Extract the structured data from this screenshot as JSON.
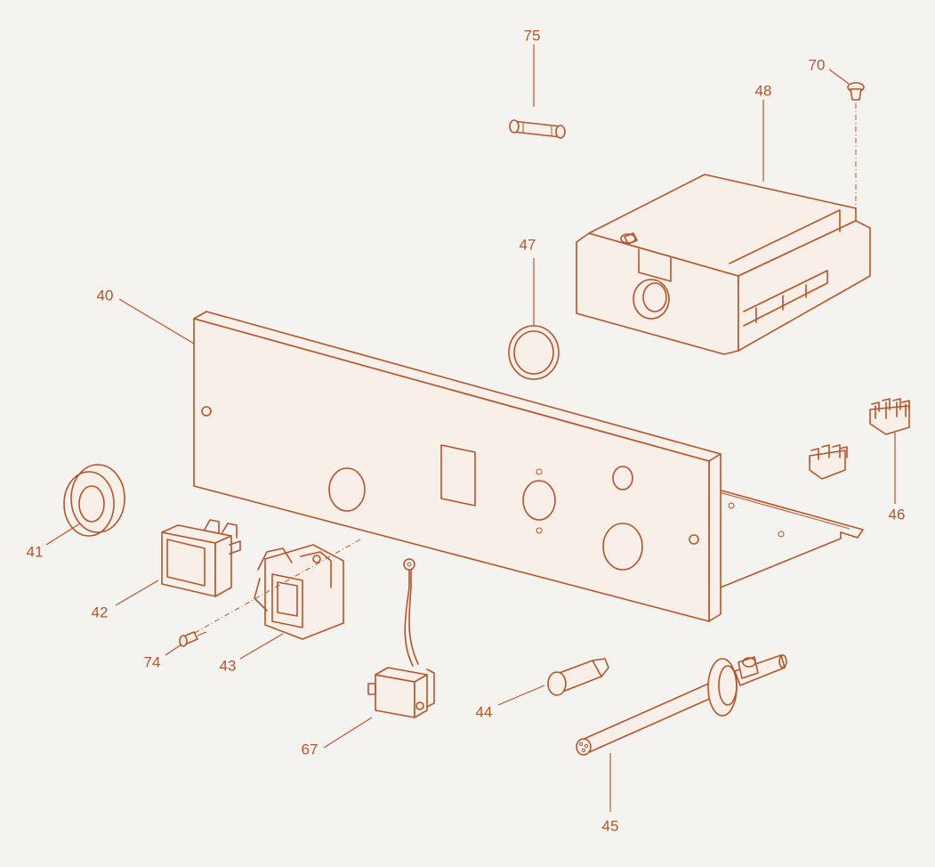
{
  "colors": {
    "line": "#b8542a",
    "background": "#f5f3f0",
    "part_fill": "#f7efe8"
  },
  "callouts": {
    "c40": "40",
    "c41": "41",
    "c42": "42",
    "c43": "43",
    "c44": "44",
    "c45": "45",
    "c46": "46",
    "c47": "47",
    "c48": "48",
    "c67": "67",
    "c70": "70",
    "c74": "74",
    "c75": "75"
  }
}
